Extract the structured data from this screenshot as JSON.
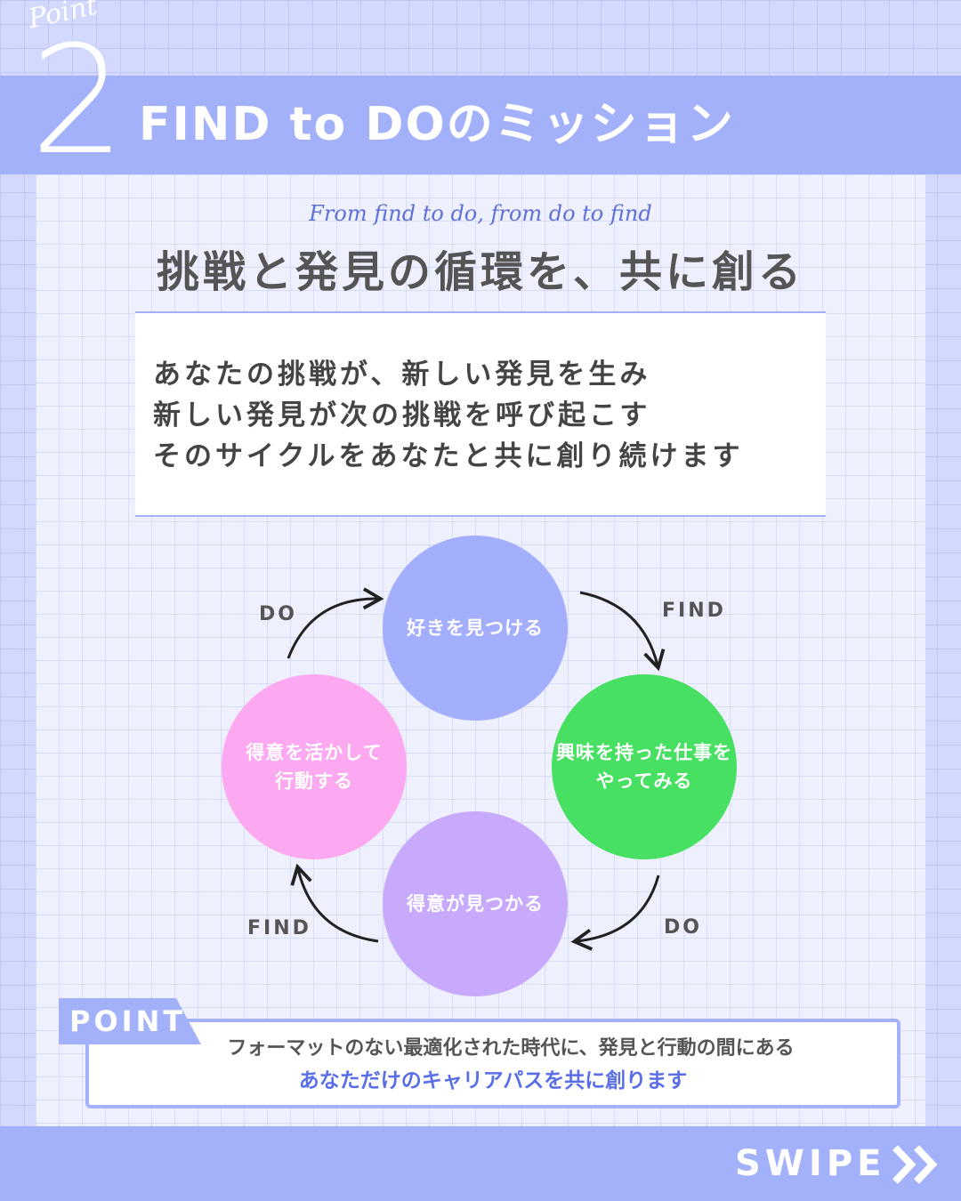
{
  "header": {
    "point_script": "Point",
    "number": "2",
    "title": "FIND to DOのミッション"
  },
  "intro": {
    "script_subtitle": "From find to do, from do to find",
    "title": "挑戦と発見の循環を、共に創る"
  },
  "message": {
    "lines": [
      "あなたの挑戦が、新しい発見を生み",
      "新しい発見が次の挑戦を呼び起こす",
      "そのサイクルをあなたと共に創り続けます"
    ]
  },
  "cycle": {
    "nodes": [
      {
        "lines": [
          "好きを見つける"
        ],
        "color": "#a3aefd"
      },
      {
        "lines": [
          "興味を持った仕事を",
          "やってみる"
        ],
        "color": "#48e062"
      },
      {
        "lines": [
          "得意が見つかる"
        ],
        "color": "#c8aafd"
      },
      {
        "lines": [
          "得意を活かして",
          "行動する"
        ],
        "color": "#fca9f1"
      }
    ],
    "labels": {
      "top_left": "DO",
      "top_right": "FIND",
      "bottom_right": "DO",
      "bottom_left": "FIND"
    }
  },
  "point": {
    "tag": "POINT",
    "line1": "フォーマットのない最適化された時代に、発見と行動の間にある",
    "line2": "あなただけのキャリアパスを共に創ります"
  },
  "footer": {
    "swipe": "SWIPE"
  },
  "colors": {
    "accent": "#a3b1fb",
    "highlight_text": "#5a6ee8"
  }
}
